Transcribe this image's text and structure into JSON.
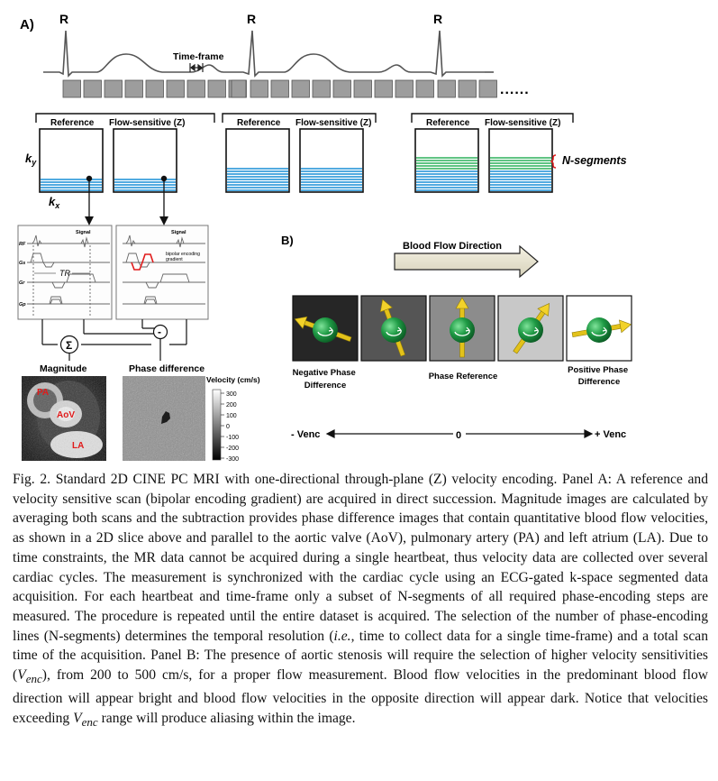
{
  "panel_a": {
    "label": "A)",
    "r_peaks": [
      "R",
      "R",
      "R"
    ],
    "timeframe_label": "Time-frame",
    "ellipsis": "......",
    "groups": [
      {
        "reference": "Reference",
        "flow": "Flow-sensitive (Z)"
      },
      {
        "reference": "Reference",
        "flow": "Flow-sensitive (Z)"
      },
      {
        "reference": "Reference",
        "flow": "Flow-sensitive (Z)"
      }
    ],
    "ky_label": "k",
    "ky_sub": "y",
    "kx_label": "k",
    "kx_sub": "x",
    "n_segments_label": "N-segments",
    "sequence": {
      "rows": [
        "RF",
        "Gs",
        "Gr",
        "Gp"
      ],
      "signal": "Signal",
      "tr": "TR",
      "bipolar_note_1": "bipolar encoding",
      "bipolar_note_2": "gradient"
    },
    "sum_symbol": "Σ",
    "diff_symbol": "-",
    "magnitude_label": "Magnitude",
    "phase_label": "Phase difference",
    "anatomy": {
      "pa": "PA",
      "aov": "AoV",
      "la": "LA"
    },
    "colorbar": {
      "title": "Velocity (cm/s)",
      "ticks": [
        "300",
        "200",
        "100",
        "0",
        "-100",
        "-200",
        "-300"
      ]
    }
  },
  "panel_b": {
    "label": "B)",
    "flow_direction": "Blood Flow Direction",
    "caption_negative": [
      "Negative Phase",
      "Difference"
    ],
    "caption_reference": "Phase Reference",
    "caption_positive": [
      "Positive Phase",
      "Difference"
    ],
    "axis_minus": "- Venc",
    "axis_zero": "0",
    "axis_plus": "+ Venc",
    "tile_backgrounds": [
      "#262626",
      "#555555",
      "#8c8c8c",
      "#c8c8c8",
      "#ffffff"
    ]
  },
  "caption": {
    "p1": "Fig. 2. Standard 2D CINE PC MRI with one-directional through-plane (Z) velocity encoding. Panel A: A reference and velocity sensitive scan (bipolar encoding gradient) are acquired in direct succession. Magnitude images are calculated by averaging both scans and the subtraction provides phase difference images that contain quantitative blood flow velocities, as shown in a 2D slice above and parallel to the aortic valve (AoV), pulmonary artery (PA) and left atrium (LA). Due to time constraints, the MR data cannot be acquired during a single heartbeat, thus velocity data are collected over several cardiac cycles. The measurement is synchronized with the cardiac cycle using an ECG-gated k-space segmented data acquisition. For each heartbeat and time-frame only a subset of N-segments of all required phase-encoding steps are measured. The procedure is repeated until the entire dataset is acquired. The selection of the number of phase-encoding lines (N-segments) determines the temporal resolution (",
    "ie": "i.e.",
    "p2": ", time to collect data for a single time-frame) and a total scan time of the acquisition. Panel B: The presence of aortic stenosis will require the selection of higher velocity sensitivities (",
    "venc_v": "V",
    "venc_sub": "enc",
    "p3": "), from 200 to 500 cm/s, for a proper flow measurement. Blood flow velocities in the predominant blood flow direction will appear bright and blood flow velocities in the opposite direction will appear dark. Notice that velocities exceeding ",
    "p4": " range will produce aliasing within the image."
  }
}
